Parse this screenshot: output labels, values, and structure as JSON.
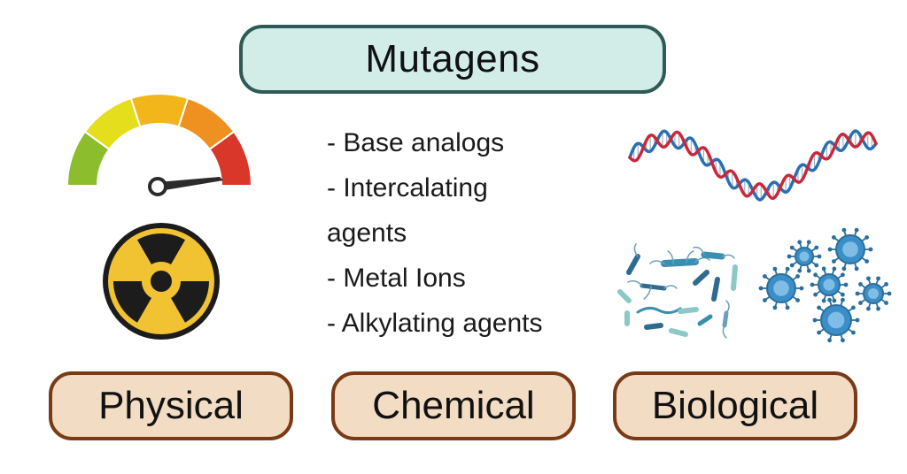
{
  "title": "Mutagens",
  "categories": {
    "physical": "Physical",
    "chemical": "Chemical",
    "biological": "Biological"
  },
  "chemical_examples": [
    "- Base analogs",
    "- Intercalating",
    "agents",
    "- Metal Ions",
    "- Alkylating agents"
  ],
  "icons": {
    "gauge": "radiation-gauge-icon",
    "radiation": "radiation-hazard-icon",
    "dna": "dna-double-helix-icon",
    "bacteria": "bacteria-cluster-icon",
    "viruses": "virus-cluster-icon"
  },
  "colors": {
    "title_fill": "#d2ece8",
    "title_border": "#2e5b55",
    "category_fill": "#f2dcc3",
    "category_border": "#7a3a16",
    "hazard_yellow": "#f1c232",
    "dna_red": "#c8283a",
    "dna_blue": "#2a6fb0",
    "virus_blue": "#3b8fc8"
  }
}
